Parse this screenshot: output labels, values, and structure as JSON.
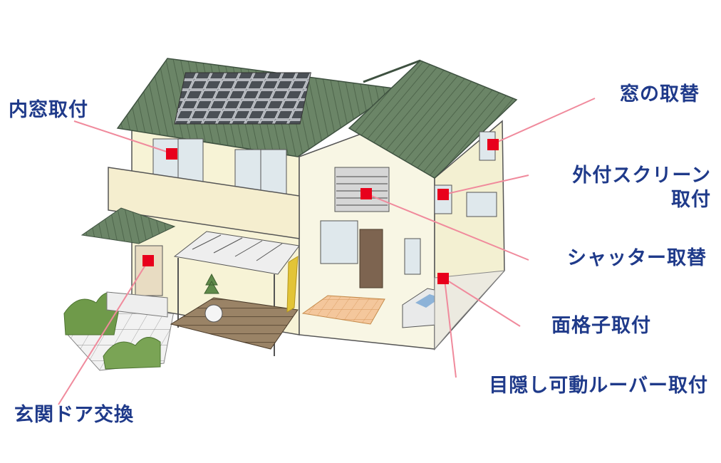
{
  "labels": {
    "inner_window": "内窓取付",
    "window_replace": "窓の取替",
    "screen_line1": "外付スクリーン",
    "screen_line2": "取付",
    "shutter": "シャッター取替",
    "lattice": "面格子取付",
    "louver": "目隠し可動ルーバー取付",
    "entrance_door": "玄関ドア交換"
  },
  "colors": {
    "label_text": "#1f3a8a",
    "marker": "#e8001c",
    "leader_line": "#f08a9c",
    "roof": "#5e7a5c",
    "wall": "#f6f3d8",
    "deck": "#8a7257"
  }
}
